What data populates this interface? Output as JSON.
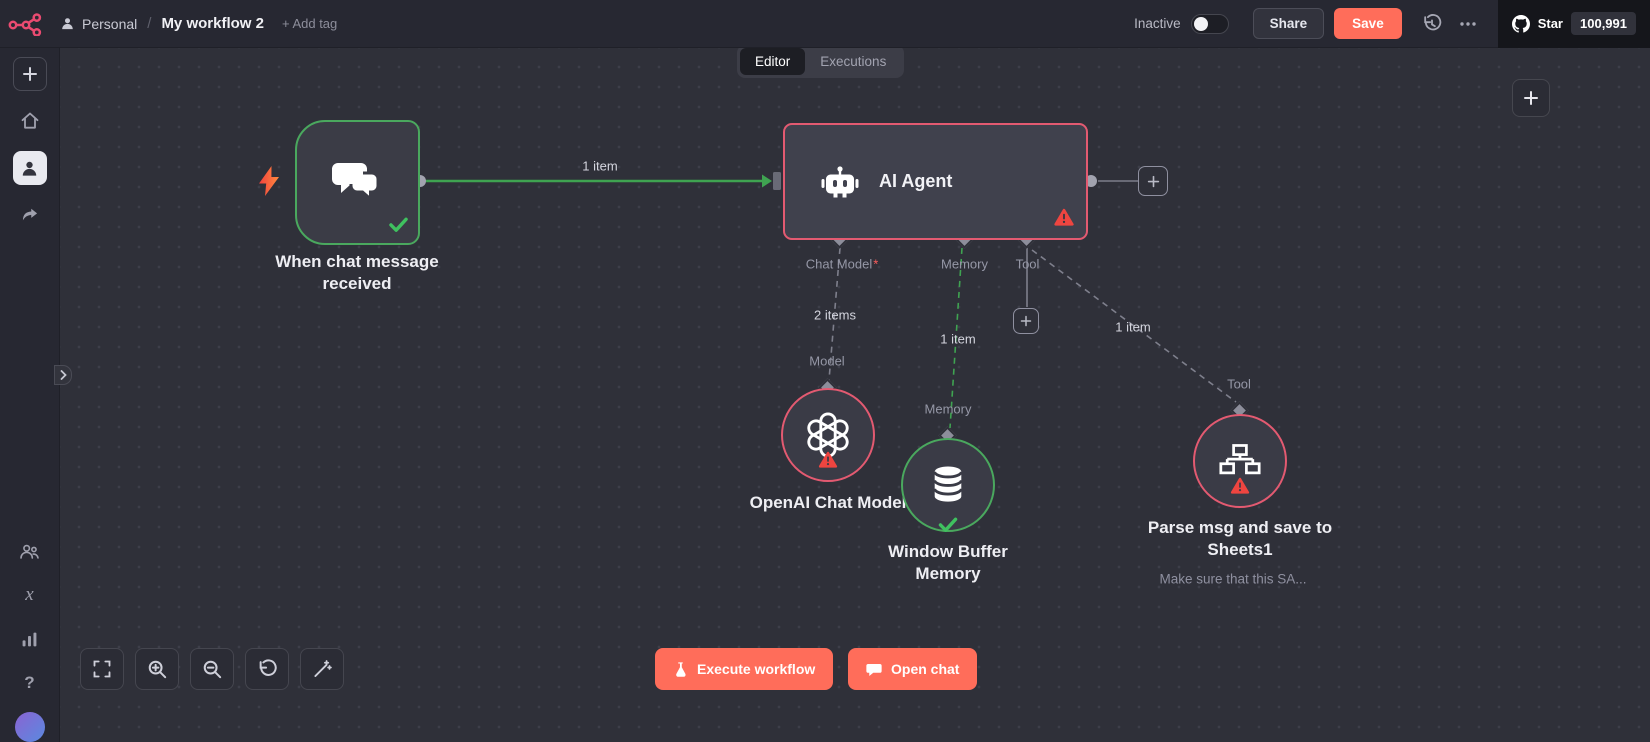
{
  "colors": {
    "accent": "#ff6d5a",
    "success": "#4aa85e",
    "error_border": "#e35a71",
    "warning": "#ee4540",
    "logo_pink": "#ea4b71"
  },
  "header": {
    "project": "Personal",
    "separator": "/",
    "workflow_title": "My workflow 2",
    "add_tag": "+ Add tag",
    "activation": "Inactive",
    "share": "Share",
    "save": "Save",
    "github_star": "Star",
    "github_count": "100,991"
  },
  "tabs": {
    "editor": "Editor",
    "executions": "Executions"
  },
  "workflow": {
    "trigger": {
      "name": "When chat message received"
    },
    "agent": {
      "name": "AI Agent",
      "ports": [
        {
          "label": "Chat Model",
          "required": "*"
        },
        {
          "label": "Memory",
          "required": ""
        },
        {
          "label": "Tool",
          "required": ""
        }
      ]
    },
    "subnodes": {
      "model": {
        "port": "Model",
        "name": "OpenAI Chat Model"
      },
      "memory": {
        "port": "Memory",
        "name": "Window Buffer Memory"
      },
      "tool": {
        "port": "Tool",
        "name": "Parse msg and save to Sheets1",
        "note": "Make sure that this SA..."
      }
    },
    "edges": {
      "trigger_to_agent": "1 item",
      "to_model": "2 items",
      "to_memory": "1 item",
      "to_tool": "1 item"
    }
  },
  "controls": {
    "execute": "Execute workflow",
    "open_chat": "Open chat"
  },
  "sidebar": {
    "variables_glyph": "x",
    "help_glyph": "?"
  }
}
